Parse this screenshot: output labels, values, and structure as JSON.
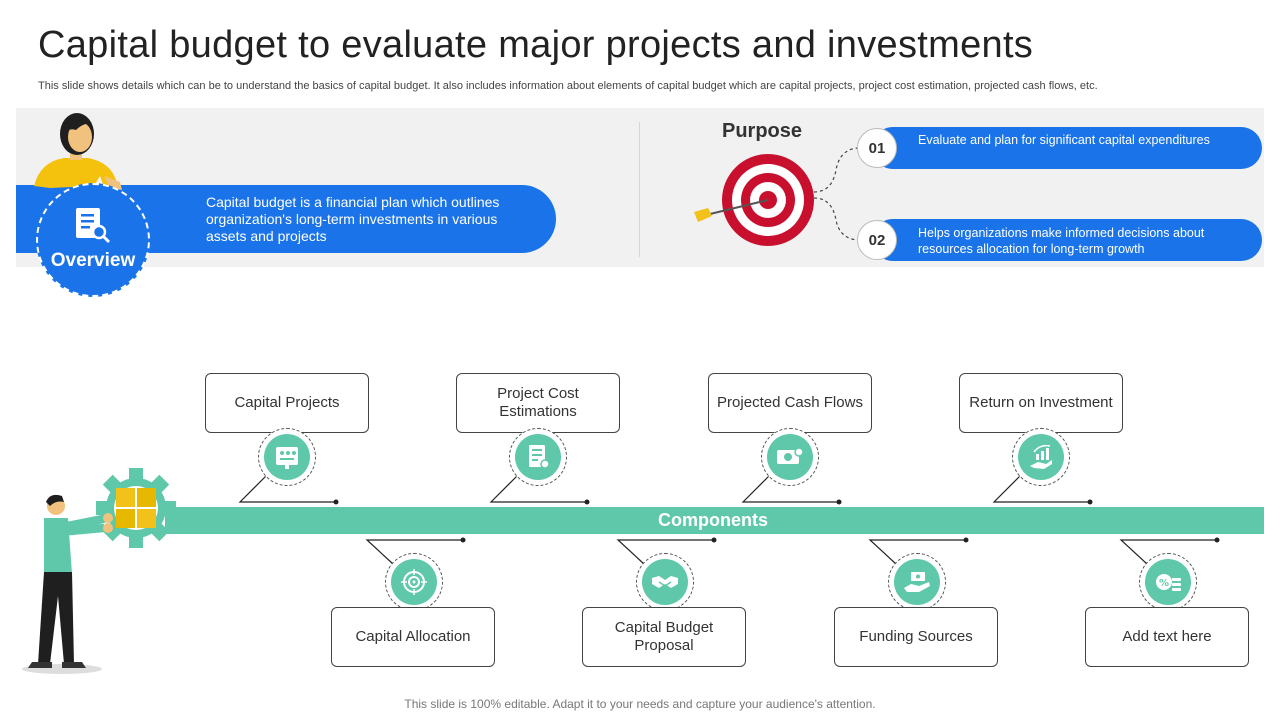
{
  "header": {
    "title": "Capital budget to evaluate major projects and investments",
    "subtitle": "This slide shows details which can be to understand the basics of capital budget. It also includes information about elements of capital budget which are capital projects, project cost estimation, projected cash flows, etc."
  },
  "overview": {
    "label": "Overview",
    "text": "Capital budget is a financial plan which outlines organization's long-term investments in various assets and projects"
  },
  "purpose": {
    "title": "Purpose",
    "items": [
      {
        "number": "01",
        "text": "Evaluate and plan for significant capital expenditures"
      },
      {
        "number": "02",
        "text": "Helps organizations make informed decisions about resources allocation for long-term growth"
      }
    ]
  },
  "components": {
    "label": "Components",
    "top": [
      {
        "label": "Capital Projects",
        "icon": "project-board-icon"
      },
      {
        "label": "Project Cost Estimations",
        "icon": "invoice-icon"
      },
      {
        "label": "Projected Cash Flows",
        "icon": "cash-icon"
      },
      {
        "label": "Return on Investment",
        "icon": "growth-hand-icon"
      }
    ],
    "bottom": [
      {
        "label": "Capital Allocation",
        "icon": "target-icon"
      },
      {
        "label": "Capital Budget Proposal",
        "icon": "handshake-icon"
      },
      {
        "label": "Funding Sources",
        "icon": "hand-money-icon"
      },
      {
        "label": "Add text here",
        "icon": "percent-coins-icon"
      }
    ]
  },
  "footer": {
    "text": "This slide is 100% editable. Adapt it to your needs and capture your audience's attention."
  },
  "colors": {
    "blue": "#1a73e8",
    "teal": "#5fc8aa",
    "red": "#c8102e",
    "yellow": "#f2c21b"
  }
}
